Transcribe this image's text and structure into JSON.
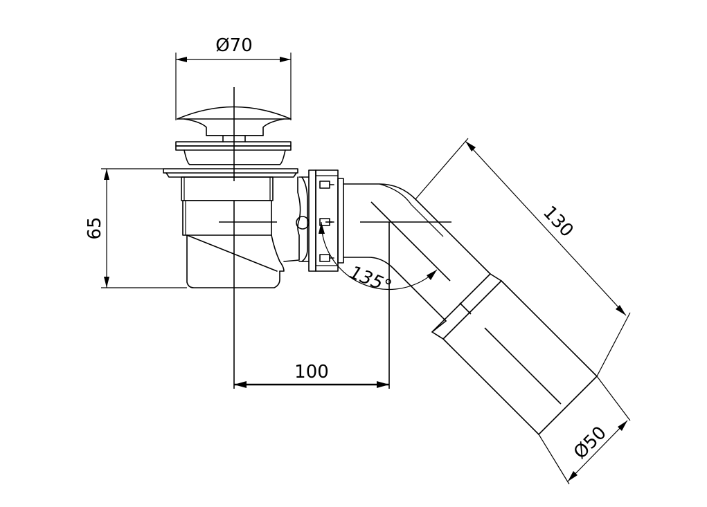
{
  "dimensions": {
    "cover_diameter": "Ø70",
    "height": "65",
    "offset": "100",
    "angle": "135°",
    "pipe_length": "130",
    "pipe_diameter": "Ø50"
  },
  "colors": {
    "line": "#000000",
    "background": "#ffffff"
  }
}
